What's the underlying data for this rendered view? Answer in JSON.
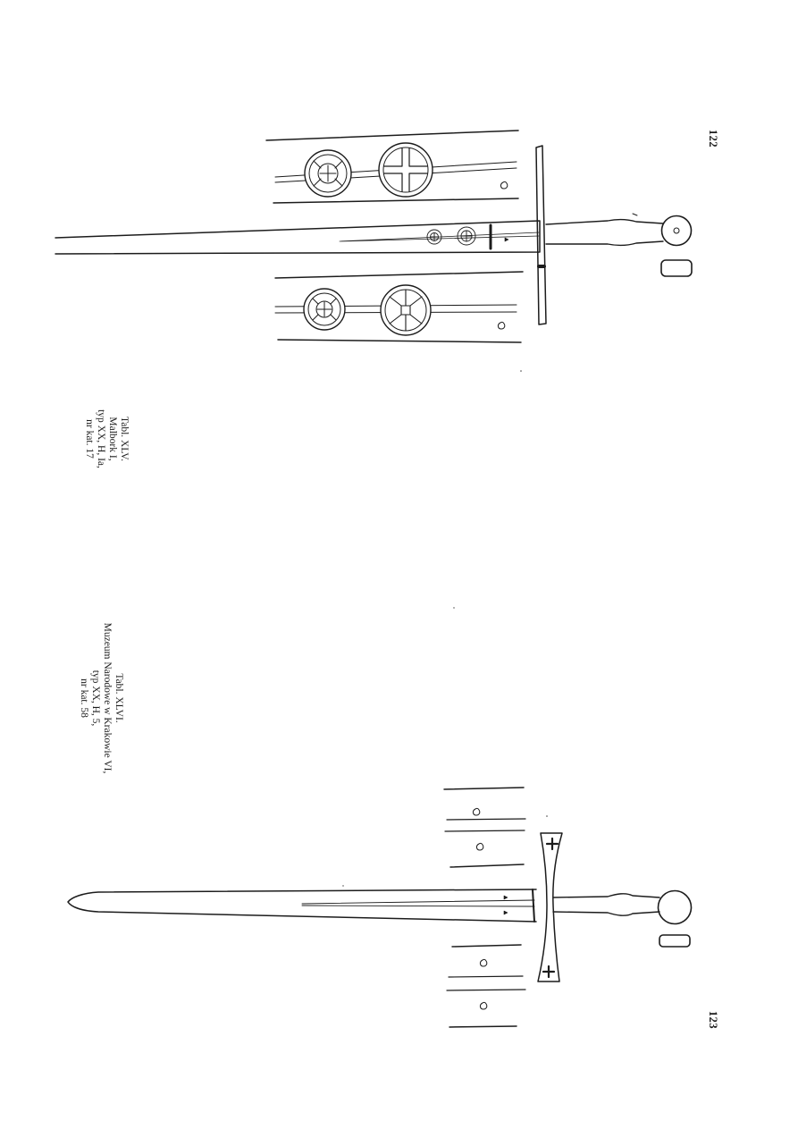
{
  "page_numbers": {
    "top": "122",
    "bottom": "123"
  },
  "plate_top": {
    "line1": "Tabl. XLV.",
    "line2": "Malbork I,",
    "line3": "typ XX, H, Ia,",
    "line4": "nr kat. 17"
  },
  "plate_bottom": {
    "line1": "Tabl. XLVI.",
    "line2": "Muzeum Narodowe w Krakowie VI,",
    "line3": "typ XX, H, 5,",
    "line4": "nr kat. 58"
  },
  "colors": {
    "ink": "#1c1c1c",
    "paper": "#ffffff"
  }
}
